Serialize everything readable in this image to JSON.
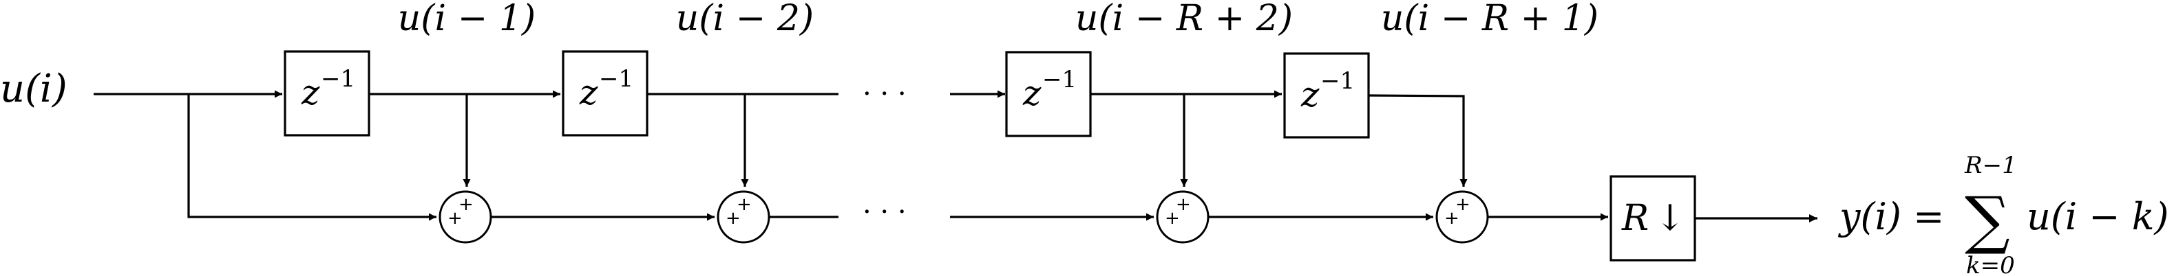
{
  "input_label": "u(i)",
  "delay_label_base": "z",
  "delay_label_exp": "−1",
  "tap_labels": [
    "u(i − 1)",
    "u(i − 2)",
    "u(i − R + 2)",
    "u(i − R + 1)"
  ],
  "ellipsis": "· · ·",
  "adder_sign": "+",
  "decimator": {
    "symbol": "R",
    "arrow": "↓"
  },
  "output": {
    "lhs": "y(i) =",
    "sum_symbol": "∑",
    "upper_limit": "R−1",
    "lower_limit": "k=0",
    "summand": "u(i − k)"
  }
}
